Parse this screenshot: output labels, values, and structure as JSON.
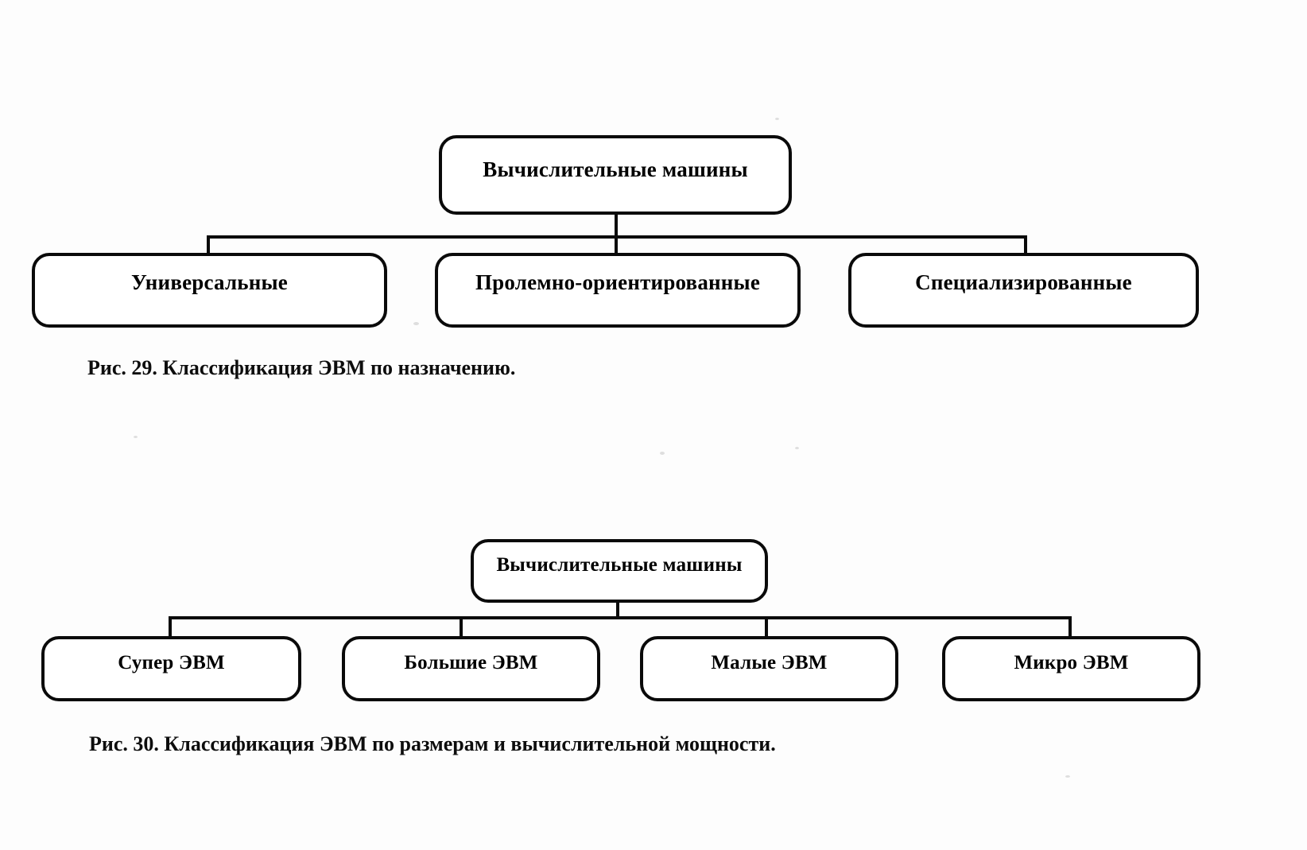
{
  "document": {
    "page_background": "#fdfdfd",
    "ink_color": "#0a0a0a"
  },
  "figures": [
    {
      "id": "fig-29",
      "caption": "Рис. 29. Классификация ЭВМ по назначению.",
      "root": {
        "label": "Вычислительные машины"
      },
      "children": [
        {
          "label": "Универсальные"
        },
        {
          "label": "Пролемно-ориентированные"
        },
        {
          "label": "Специализированные"
        }
      ]
    },
    {
      "id": "fig-30",
      "caption": "Рис. 30. Классификация ЭВМ по размерам и вычислительной мощности.",
      "root": {
        "label": "Вычислительные машины"
      },
      "children": [
        {
          "label": "Супер ЭВМ"
        },
        {
          "label": "Большие ЭВМ"
        },
        {
          "label": "Малые ЭВМ"
        },
        {
          "label": "Микро ЭВМ"
        }
      ]
    }
  ]
}
